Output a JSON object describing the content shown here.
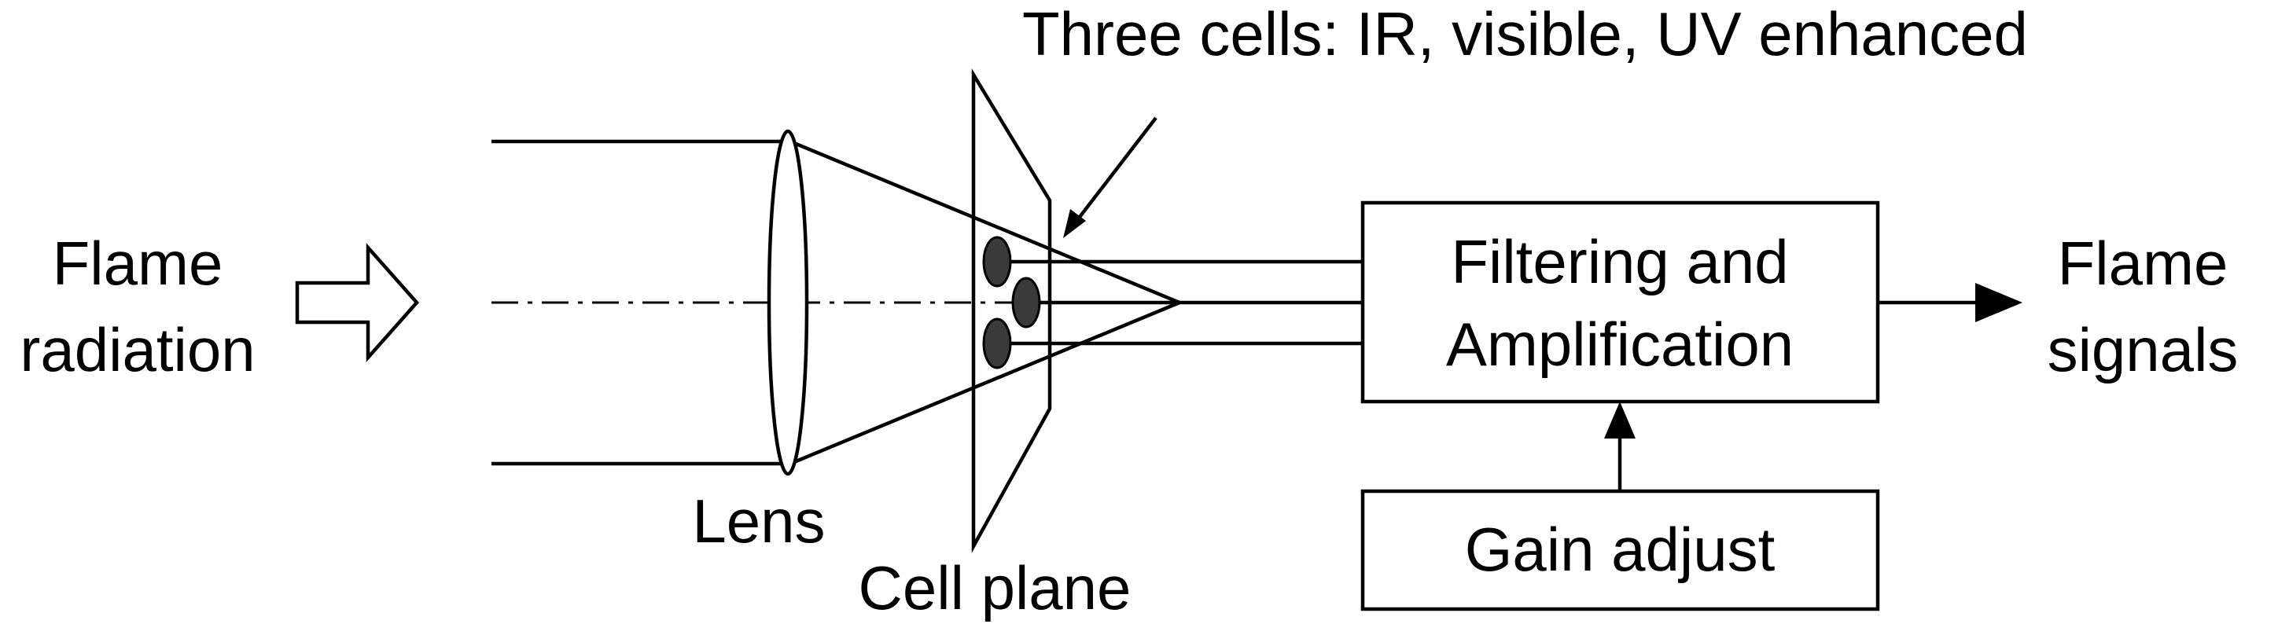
{
  "labels": {
    "input_line1": "Flame",
    "input_line2": "radiation",
    "lens": "Lens",
    "cell_plane": "Cell plane",
    "cells_callout": "Three cells: IR, visible, UV enhanced",
    "filter_line1": "Filtering and",
    "filter_line2": "Amplification",
    "gain": "Gain adjust",
    "output_line1": "Flame",
    "output_line2": "signals"
  },
  "colors": {
    "stroke": "#000000",
    "cell_fill": "#3a3a3a",
    "background": "#ffffff"
  }
}
